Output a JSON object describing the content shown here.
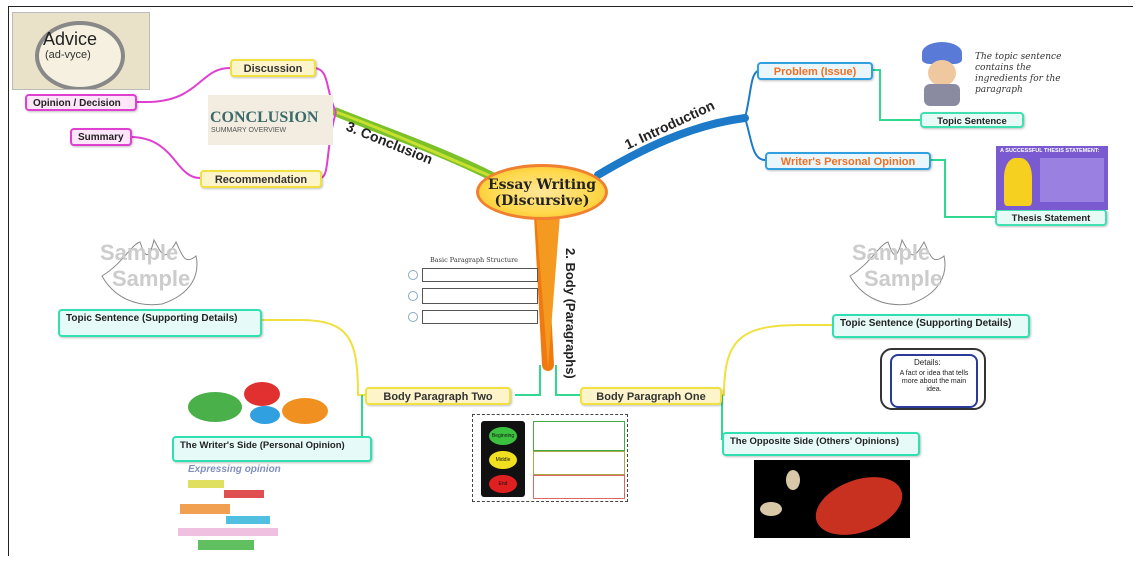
{
  "center": {
    "line1": "Essay Writing",
    "line2": "(Discursive)"
  },
  "branches": {
    "introduction": "1. Introduction",
    "body": "2. Body (Paragraphs)",
    "conclusion": "3. Conclusion"
  },
  "conclusion": {
    "discussion": "Discussion",
    "opinion_decision": "Opinion / Decision",
    "summary": "Summary",
    "recommendation": "Recommendation",
    "image_title": "CONCLUSION",
    "image_subtitle": "SUMMARY OVERVIEW",
    "advice_word": "Advice",
    "advice_phon": "(ad-vyce)"
  },
  "introduction": {
    "problem": "Problem (Issue)",
    "topic_sentence": "Topic Sentence",
    "writers_opinion": "Writer's Personal Opinion",
    "thesis_statement": "Thesis Statement",
    "cartoon_caption": "The topic sentence contains the ingredients for the paragraph",
    "thesis_card_title": "A SUCCESSFUL THESIS STATEMENT:"
  },
  "body": {
    "para_one": "Body Paragraph One",
    "para_two": "Body Paragraph Two",
    "topic_supporting_left": "Topic Sentence (Supporting Details)",
    "topic_supporting_right": "Topic Sentence (Supporting Details)",
    "writers_side": "The Writer's Side (Personal Opinion)",
    "opposite_side": "The Opposite Side (Others' Opinions)",
    "structure_title": "Basic Paragraph Structure",
    "details_title": "Details:",
    "details_text": "A fact or idea that tells more about the main idea.",
    "expressing_opinion": "Expressing opinion",
    "sample_watermark": "Sample",
    "traffic": [
      "Beginning",
      "Middle",
      "End"
    ]
  },
  "colors": {
    "green_branch": "#7dc12a",
    "blue_branch": "#1c7ac8",
    "orange_branch": "#f07a10",
    "pink_link": "#e040d0",
    "cyan_link": "#30d890",
    "yellow_link": "#f0e040"
  }
}
